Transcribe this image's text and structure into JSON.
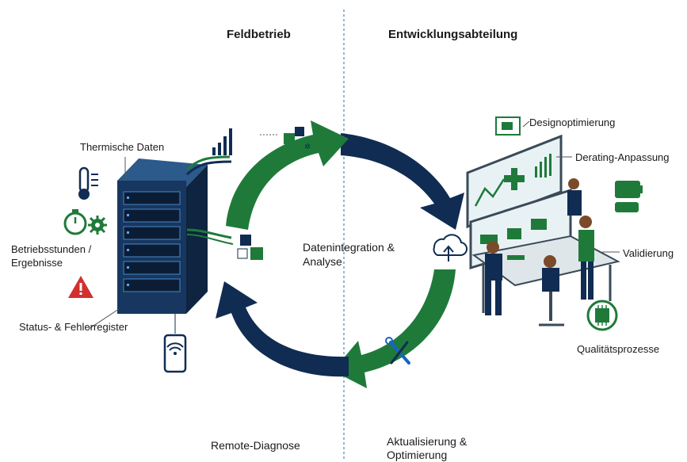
{
  "headers": {
    "left": "Feldbetrieb",
    "right": "Entwicklungsabteilung"
  },
  "center": {
    "line1": "Datenintegration &",
    "line2": "Analyse"
  },
  "field": {
    "thermal": "Thermische Daten",
    "hours_line1": "Betriebsstunden /",
    "hours_line2": "Ergebnisse",
    "status": "Status- & Fehlerregister"
  },
  "dev": {
    "design": "Designoptimierung",
    "derating": "Derating-Anpassung",
    "validation": "Validierung",
    "quality": "Qualitätsprozesse"
  },
  "bottom": {
    "remote": "Remote-Diagnose",
    "update_line1": "Aktualisierung &",
    "update_line2": "Optimierung"
  },
  "colors": {
    "green": "#1f7a3a",
    "navy": "#102c52",
    "divider": "#6aa0c8",
    "alert": "#d32f2f"
  },
  "icons": [
    "thermometer-icon",
    "stopwatch-icon",
    "gear-icon",
    "warning-icon",
    "smartphone-wifi-icon",
    "server-rack-icon",
    "cloud-upload-icon",
    "wrench-screwdriver-icon",
    "chip-icon",
    "battery-icon",
    "dashboard-icon"
  ]
}
